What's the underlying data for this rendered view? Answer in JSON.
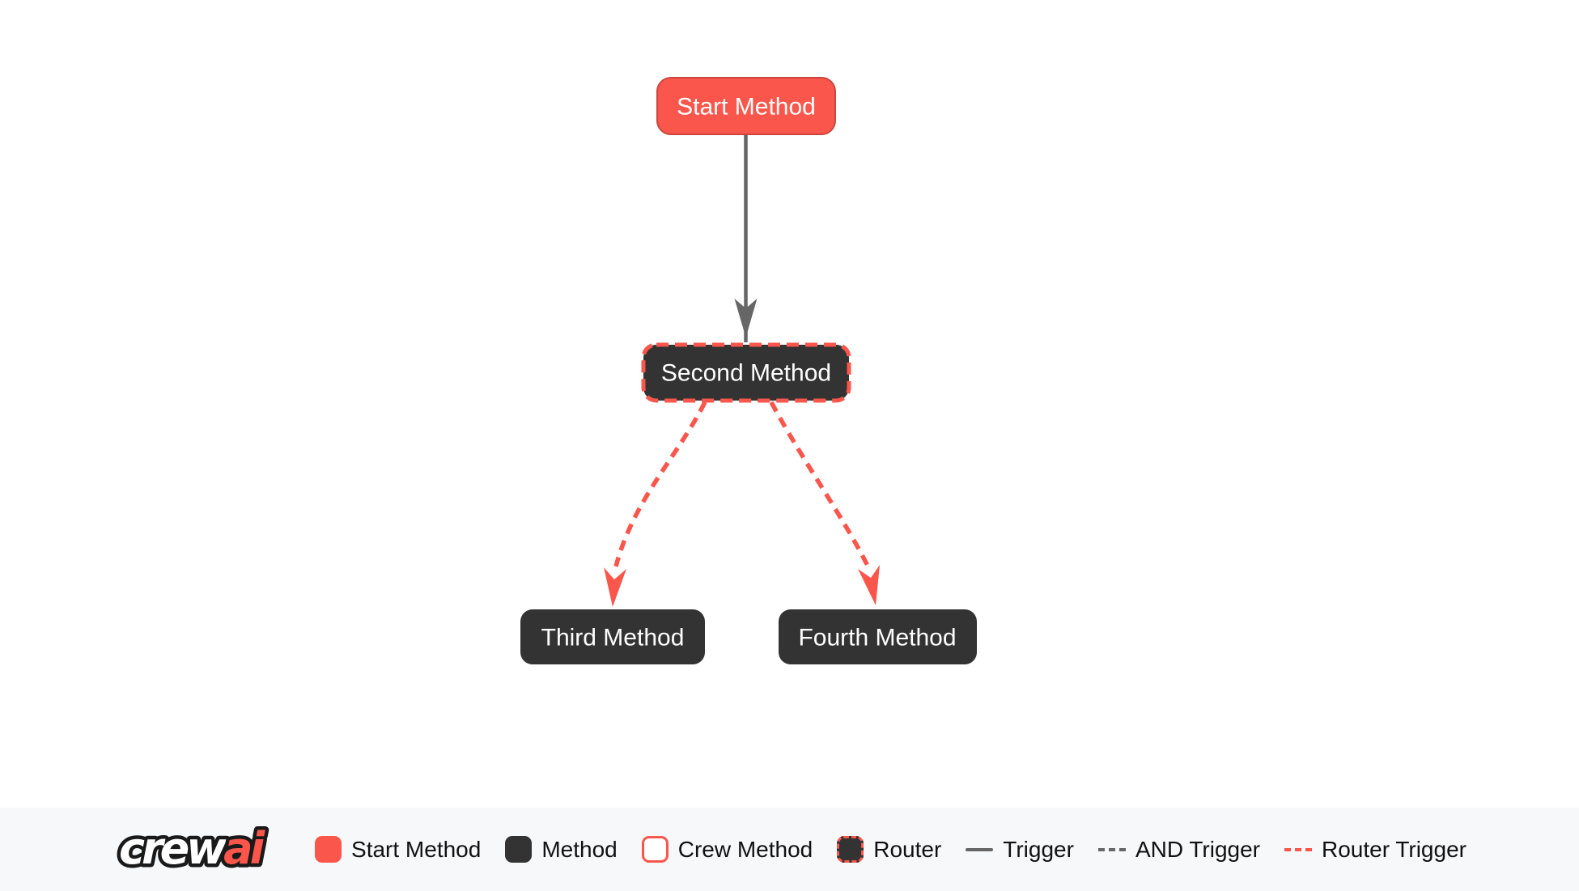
{
  "colors": {
    "brand_red": "#fb564b",
    "brand_red_dark": "#c9473e",
    "node_dark": "#333333",
    "edge_gray": "#666666",
    "footer_bg": "#f7f8fa",
    "canvas_bg": "#ffffff",
    "text_dark": "#111111",
    "text_light": "#ffffff",
    "logo_outline": "#1a1a1a"
  },
  "diagram": {
    "nodes": [
      {
        "id": "start",
        "label": "Start Method",
        "type": "start-method"
      },
      {
        "id": "second",
        "label": "Second Method",
        "type": "router"
      },
      {
        "id": "third",
        "label": "Third Method",
        "type": "method"
      },
      {
        "id": "fourth",
        "label": "Fourth Method",
        "type": "method"
      }
    ],
    "edges": [
      {
        "from": "start",
        "to": "second",
        "type": "trigger"
      },
      {
        "from": "second",
        "to": "third",
        "type": "router-trigger"
      },
      {
        "from": "second",
        "to": "fourth",
        "type": "router-trigger"
      }
    ]
  },
  "footer": {
    "logo": {
      "white": "crew",
      "red": "ai"
    },
    "legend": [
      {
        "label": "Start Method",
        "swatch": "start-method-swatch"
      },
      {
        "label": "Method",
        "swatch": "method-swatch"
      },
      {
        "label": "Crew Method",
        "swatch": "crew-method-swatch"
      },
      {
        "label": "Router",
        "swatch": "router-swatch"
      },
      {
        "label": "Trigger",
        "swatch": "solid-gray-line"
      },
      {
        "label": "AND Trigger",
        "swatch": "dashed-gray-line"
      },
      {
        "label": "Router Trigger",
        "swatch": "dashed-red-line"
      }
    ]
  }
}
